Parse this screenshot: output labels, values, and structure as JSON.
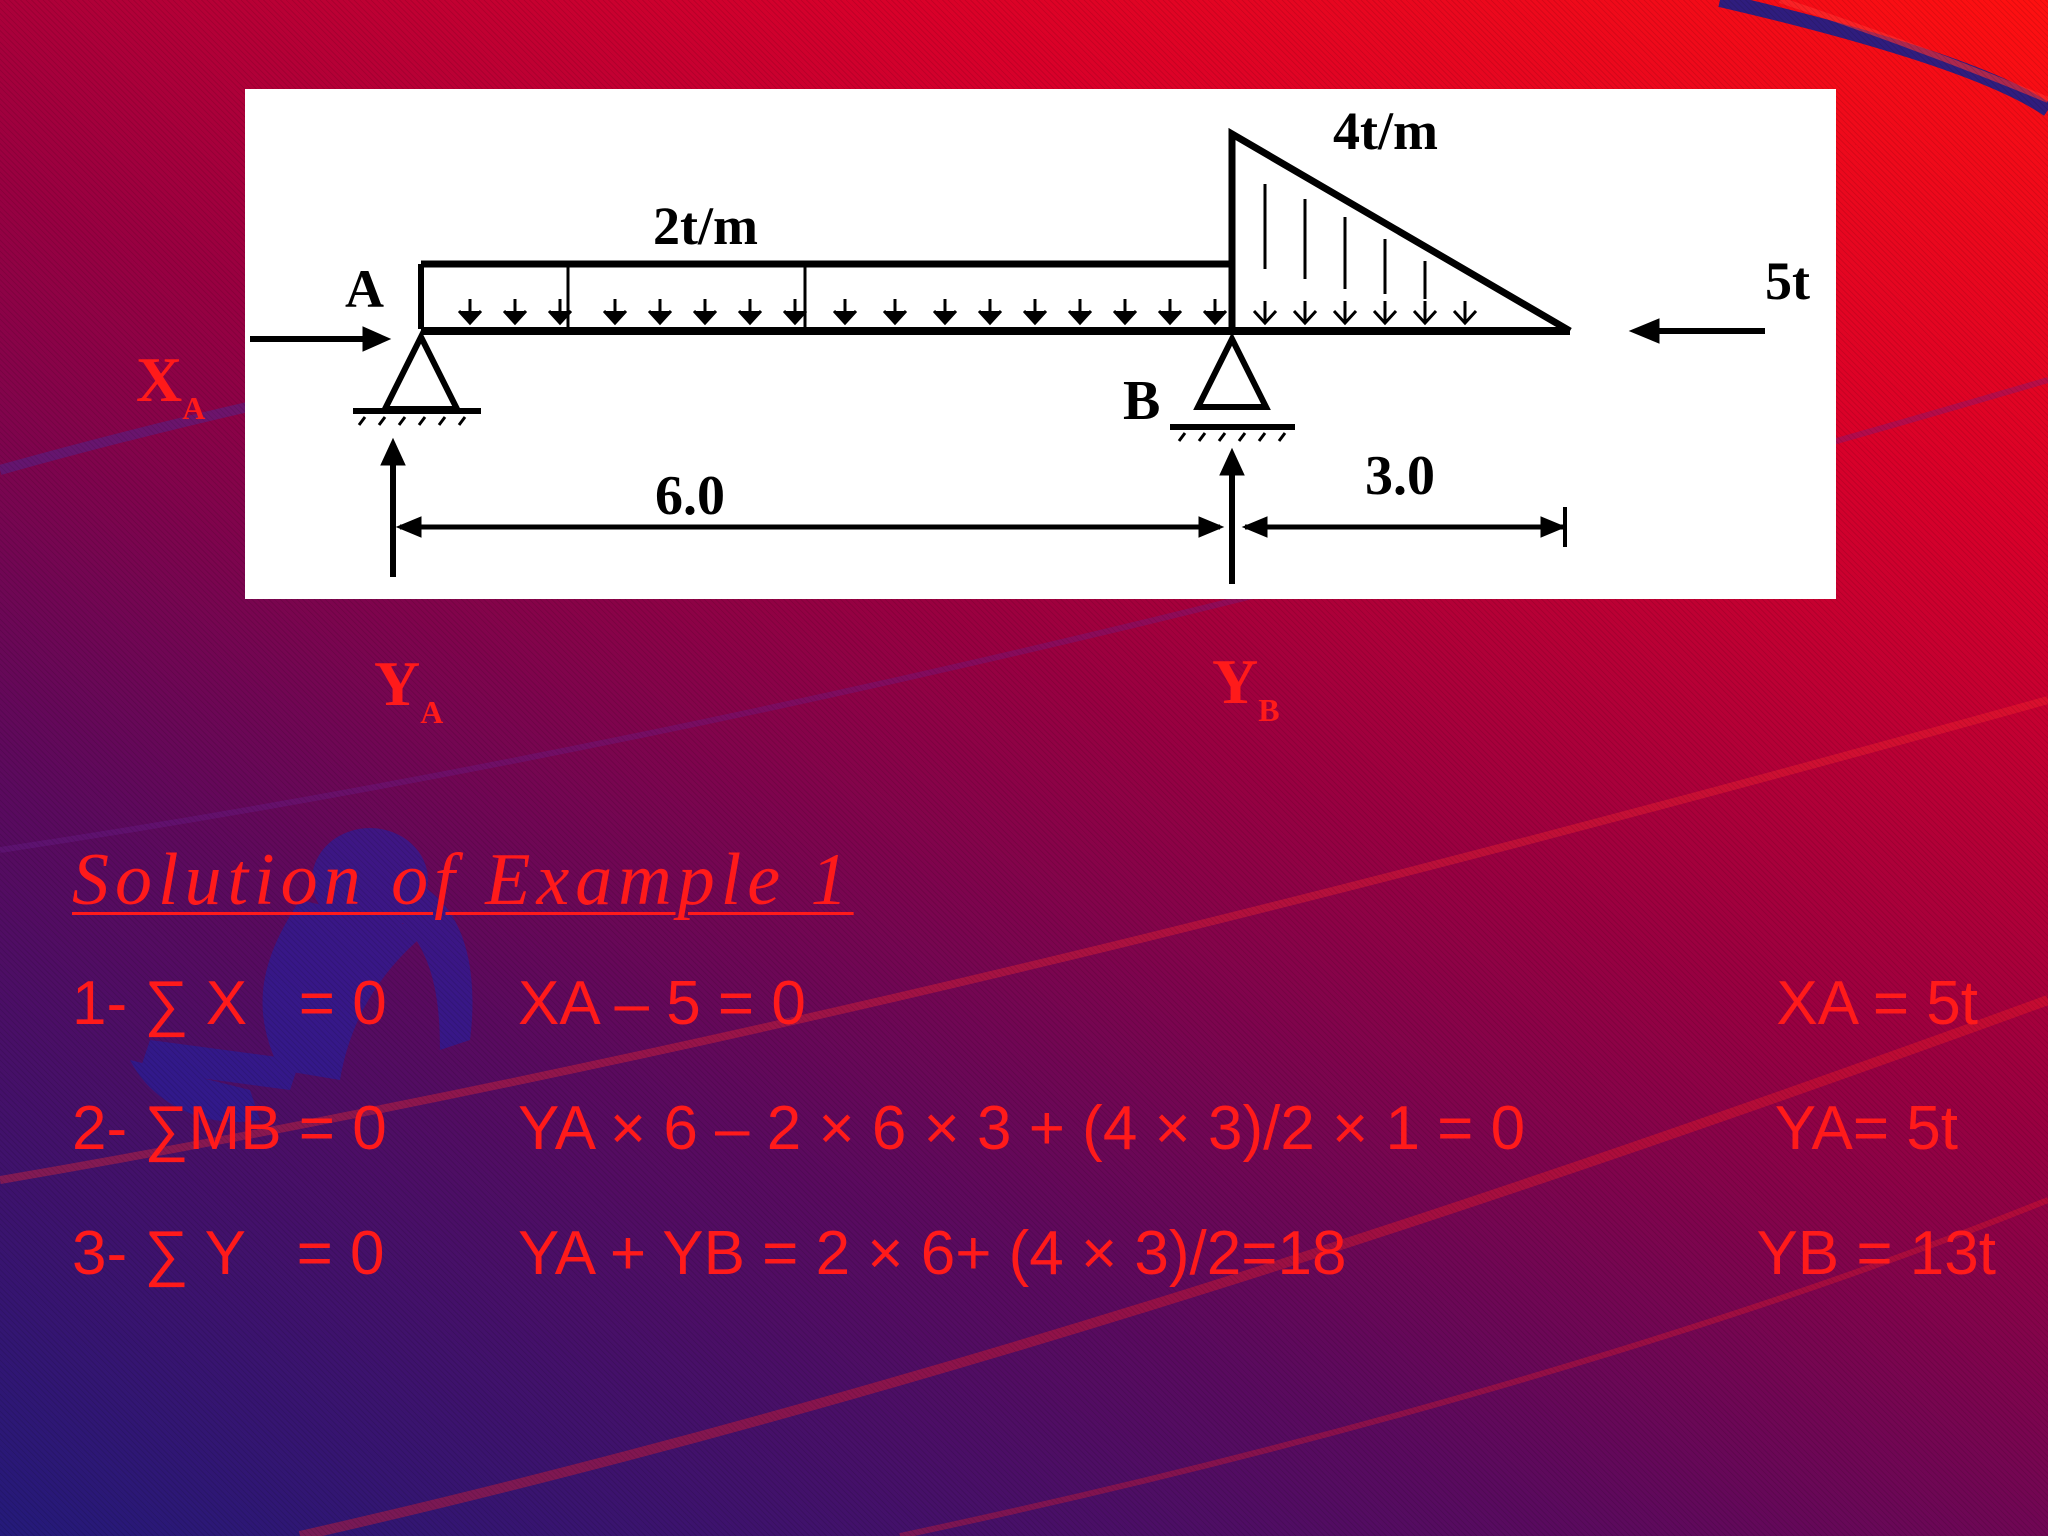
{
  "diagram": {
    "point_a_label": "A",
    "point_b_label": "B",
    "udl_label": "2t/m",
    "triangular_load_label": "4t/m",
    "point_load_label": "5t",
    "span_ab_label": "6.0",
    "overhang_label": "3.0"
  },
  "reactions": {
    "xa": {
      "main": "X",
      "sub": "A"
    },
    "ya": {
      "main": "Y",
      "sub": "A"
    },
    "yb": {
      "main": "Y",
      "sub": "B"
    }
  },
  "solution": {
    "title": "Solution of Example 1",
    "rows": [
      {
        "label": "1- ∑ X   = 0",
        "equation": "XA – 5 = 0",
        "result": "XA = 5t"
      },
      {
        "label": "2- ∑MB = 0",
        "equation": "YA × 6 – 2 × 6 × 3 + (4 × 3)/2 × 1 = 0",
        "result": "YA= 5t"
      },
      {
        "label": "3- ∑ Y   = 0",
        "equation": "YA + YB = 2 × 6+ (4 × 3)/2=18",
        "result": "YB = 13t"
      }
    ]
  },
  "colors": {
    "accent_red": "#ff1a1a",
    "diagram_ink": "#000000"
  }
}
